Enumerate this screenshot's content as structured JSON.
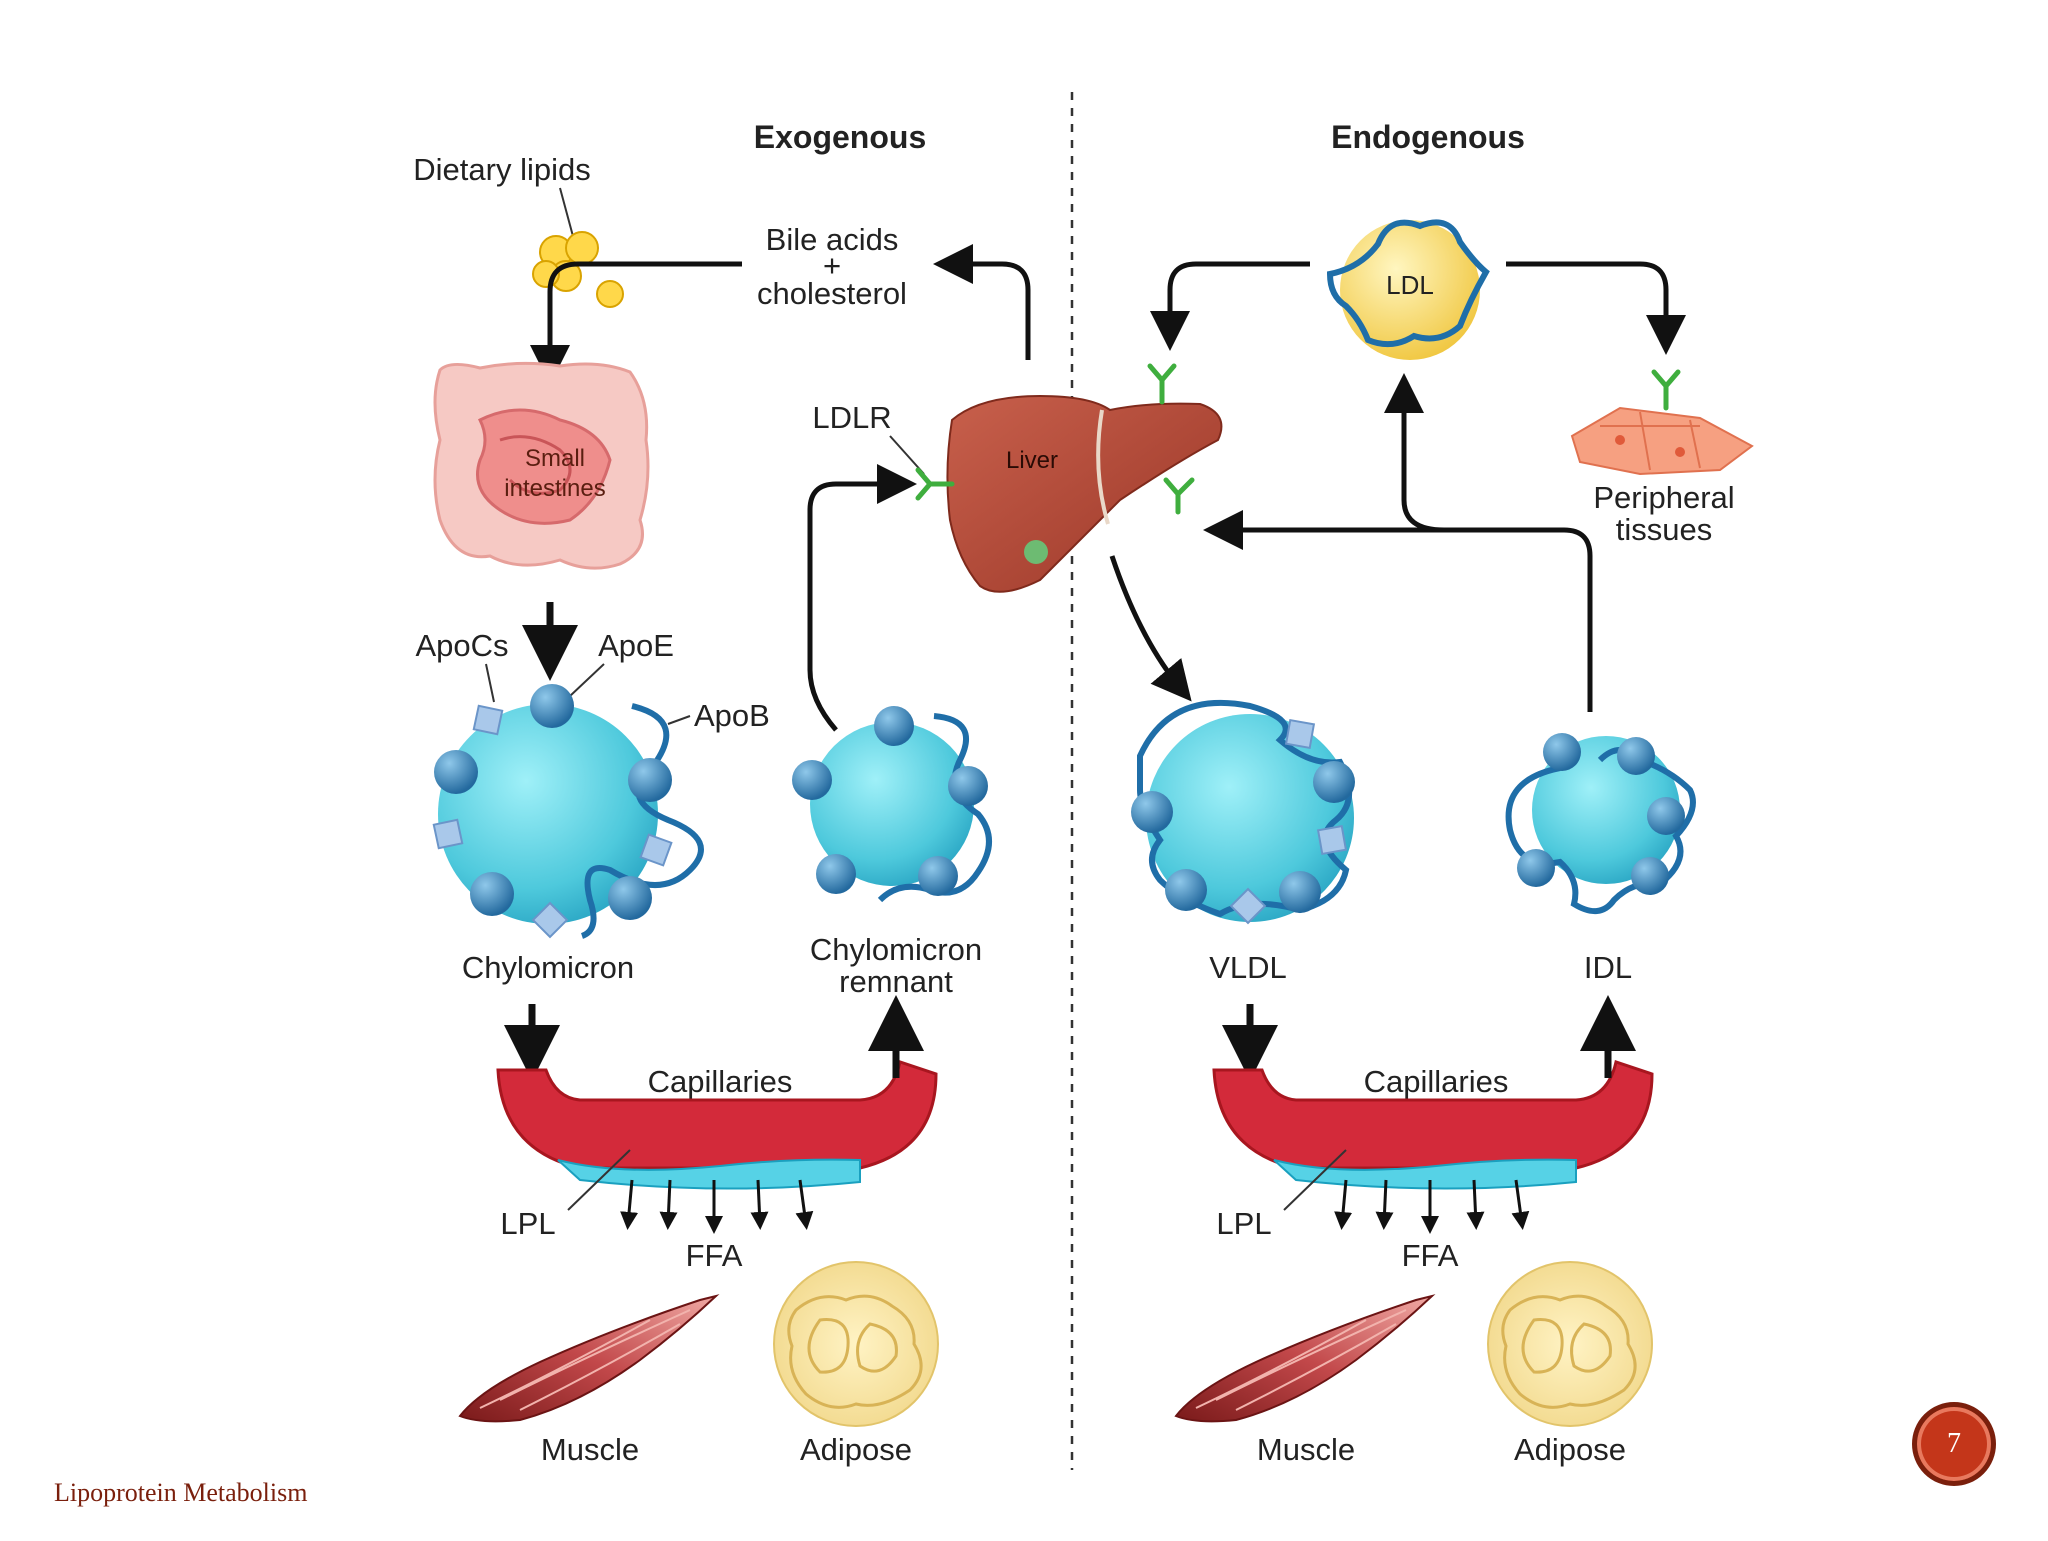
{
  "headers": {
    "exogenous": "Exogenous",
    "endogenous": "Endogenous"
  },
  "labels": {
    "dietary_lipids": "Dietary lipids",
    "bile_acids": "Bile acids",
    "plus": "+",
    "cholesterol": "cholesterol",
    "small": "Small",
    "intestines": "intestines",
    "ldlr": "LDLR",
    "liver": "Liver",
    "ldl": "LDL",
    "peripheral": "Peripheral",
    "tissues": "tissues",
    "apocs": "ApoCs",
    "apoe": "ApoE",
    "apob": "ApoB",
    "chylomicron": "Chylomicron",
    "chylomicron_remnant_1": "Chylomicron",
    "chylomicron_remnant_2": "remnant",
    "vldl": "VLDL",
    "idl": "IDL",
    "capillaries_left": "Capillaries",
    "capillaries_right": "Capillaries",
    "lpl_left": "LPL",
    "lpl_right": "LPL",
    "ffa_left": "FFA",
    "ffa_right": "FFA",
    "muscle_left": "Muscle",
    "adipose_left": "Adipose",
    "muscle_right": "Muscle",
    "adipose_right": "Adipose"
  },
  "footer": {
    "title": "Lipoprotein Metabolism",
    "page": "7"
  },
  "colors": {
    "lipoprotein": "#4ec9dc",
    "apo_ball": "#3a8fc4",
    "apob_strand": "#1f6ea8",
    "liver": "#b5493a",
    "capillary": "#d32a3a",
    "ldl_core": "#f4d35e",
    "badge": "#c4361a"
  }
}
